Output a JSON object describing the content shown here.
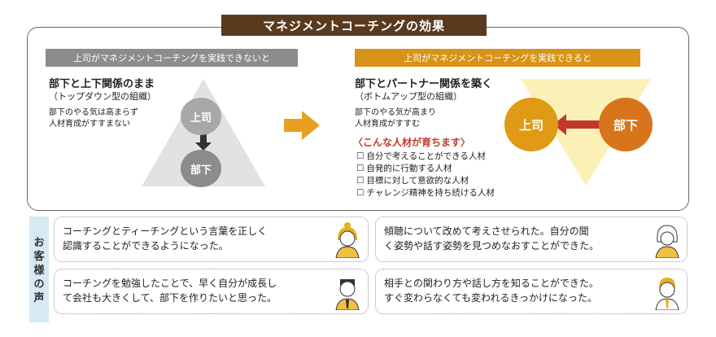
{
  "title": "マネジメントコーチングの効果",
  "left": {
    "header": "上司がマネジメントコーチングを実践できないと",
    "heading": "部下と上下関係のまま",
    "subheading": "（トップダウン型の組織）",
    "desc": [
      "部下のやる気は高まらず",
      "人材育成がすすまない"
    ],
    "top_circle": "上司",
    "bottom_circle": "部下"
  },
  "right": {
    "header": "上司がマネジメントコーチングを実践できると",
    "heading": "部下とパートナー関係を築く",
    "subheading": "（ボトムアップ型の組織）",
    "desc": [
      "部下のやる気が高まり",
      "人材育成がすすむ"
    ],
    "list_title": "〈こんな人材が育ちます〉",
    "list": [
      "自分で考えることができる人材",
      "自発的に行動する人材",
      "目標に対して意欲的な人材",
      "チャレンジ精神を持ち続ける人材"
    ],
    "left_circle": "上司",
    "right_circle": "部下"
  },
  "voices": {
    "label": [
      "お",
      "客",
      "様",
      "の",
      "声"
    ],
    "cards": [
      [
        "コーチングとティーチングという言葉を正しく",
        "認識することができるようになった。"
      ],
      [
        "傾聴について改めて考えさせられた。自分の聞",
        "く姿勢や話す姿勢を見つめなおすことができた。"
      ],
      [
        "コーチングを勉強したことで、早く自分が成長し",
        "て会社も大きくして、部下を作りたいと思った。"
      ],
      [
        "相手との関わり方や話し方を知ることができた。",
        "すぐ変わらなくても変われるきっかけになった。"
      ]
    ]
  },
  "colors": {
    "brown": "#5a3a1e",
    "gold": "#d89418",
    "orange": "#d8741c",
    "gray": "#8c8c8c",
    "red": "#c0392b"
  }
}
